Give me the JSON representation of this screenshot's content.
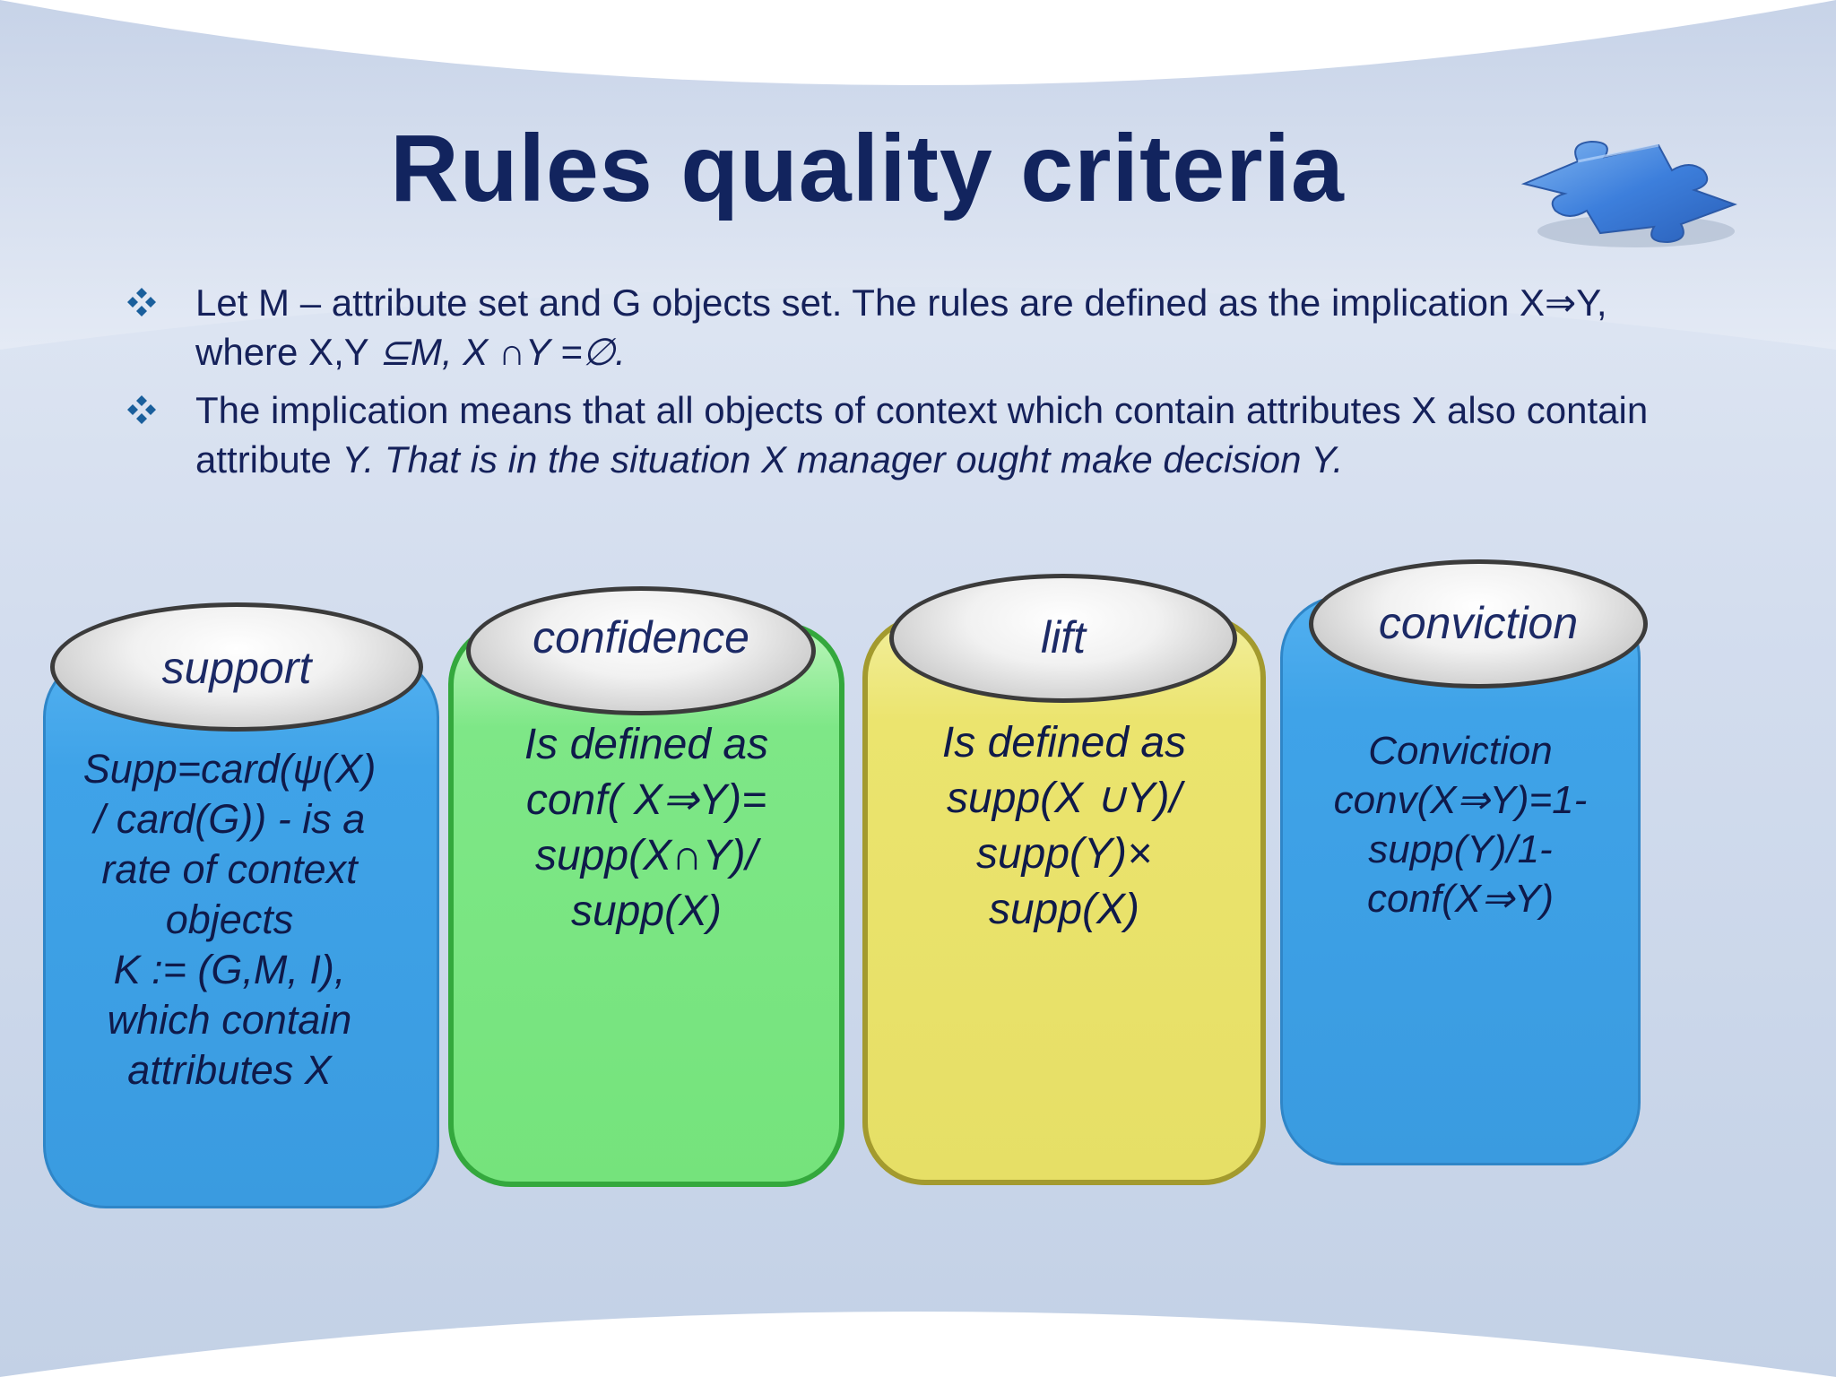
{
  "title": "Rules quality criteria",
  "bullets": [
    {
      "plain": " Let M – attribute set and G objects set. The rules are defined as the implication X⇒Y, where X,Y ",
      "italic": "⊆M, X ∩Y =∅."
    },
    {
      "plain": "The implication means that all objects of context which contain attributes X also contain attribute ",
      "italic": "Y. That is in the situation X manager ought make decision Y."
    }
  ],
  "cards": [
    {
      "label": "support",
      "text": "Supp=card(ψ(X)\n/ card(G)) -  is a\nrate of context\nobjects\nK := (G,M, I),\nwhich contain\nattributes X",
      "color": "#3fa3e8"
    },
    {
      "label": "confidence",
      "text": "Is defined as\nconf( X⇒Y)=\nsupp(X∩Y)/\nsupp(X)",
      "color": "#78e77f"
    },
    {
      "label": "lift",
      "text": "Is defined as\nsupp(X ∪Y)/\nsupp(Y)×\nsupp(X)",
      "color": "#e9e36b"
    },
    {
      "label": "conviction",
      "text": "Conviction\nconv(X⇒Y)=1-\nsupp(Y)/1-\nconf(X⇒Y)",
      "color": "#3fa3e8"
    }
  ],
  "colors": {
    "title": "#12245e",
    "background": "#c9d7ea"
  },
  "icons": [
    "puzzle-piece-icon",
    "diamond-bullet-icon"
  ]
}
